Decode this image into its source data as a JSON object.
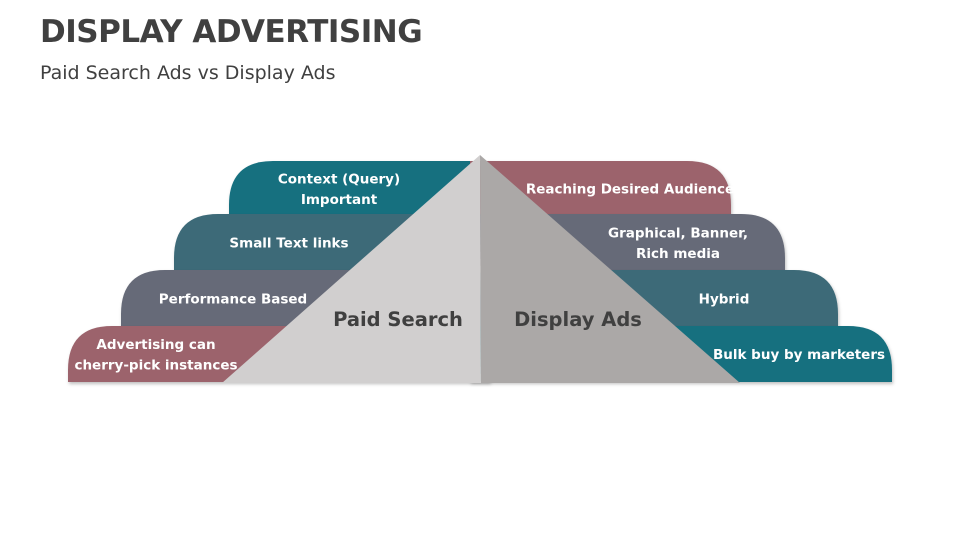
{
  "slide": {
    "title": "DISPLAY ADVERTISING",
    "subtitle": "Paid Search Ads vs Display Ads"
  },
  "pyramid": {
    "left_label": "Paid Search",
    "right_label": "Display Ads",
    "left_color": "#d1cfcf",
    "right_color": "#aba8a7"
  },
  "left_items": [
    {
      "lines": [
        "Context (Query)",
        "Important"
      ],
      "color": "#17707f"
    },
    {
      "lines": [
        "Small Text links"
      ],
      "color": "#3d6b78"
    },
    {
      "lines": [
        "Performance Based"
      ],
      "color": "#666a78"
    },
    {
      "lines": [
        "Advertising can",
        "cherry-pick instances"
      ],
      "color": "#9c646c"
    }
  ],
  "right_items": [
    {
      "lines": [
        "Reaching Desired Audience"
      ],
      "color": "#9c646c"
    },
    {
      "lines": [
        "Graphical, Banner,",
        "Rich media"
      ],
      "color": "#666a78"
    },
    {
      "lines": [
        "Hybrid"
      ],
      "color": "#3d6b78"
    },
    {
      "lines": [
        "Bulk buy by marketers"
      ],
      "color": "#17707f"
    }
  ]
}
